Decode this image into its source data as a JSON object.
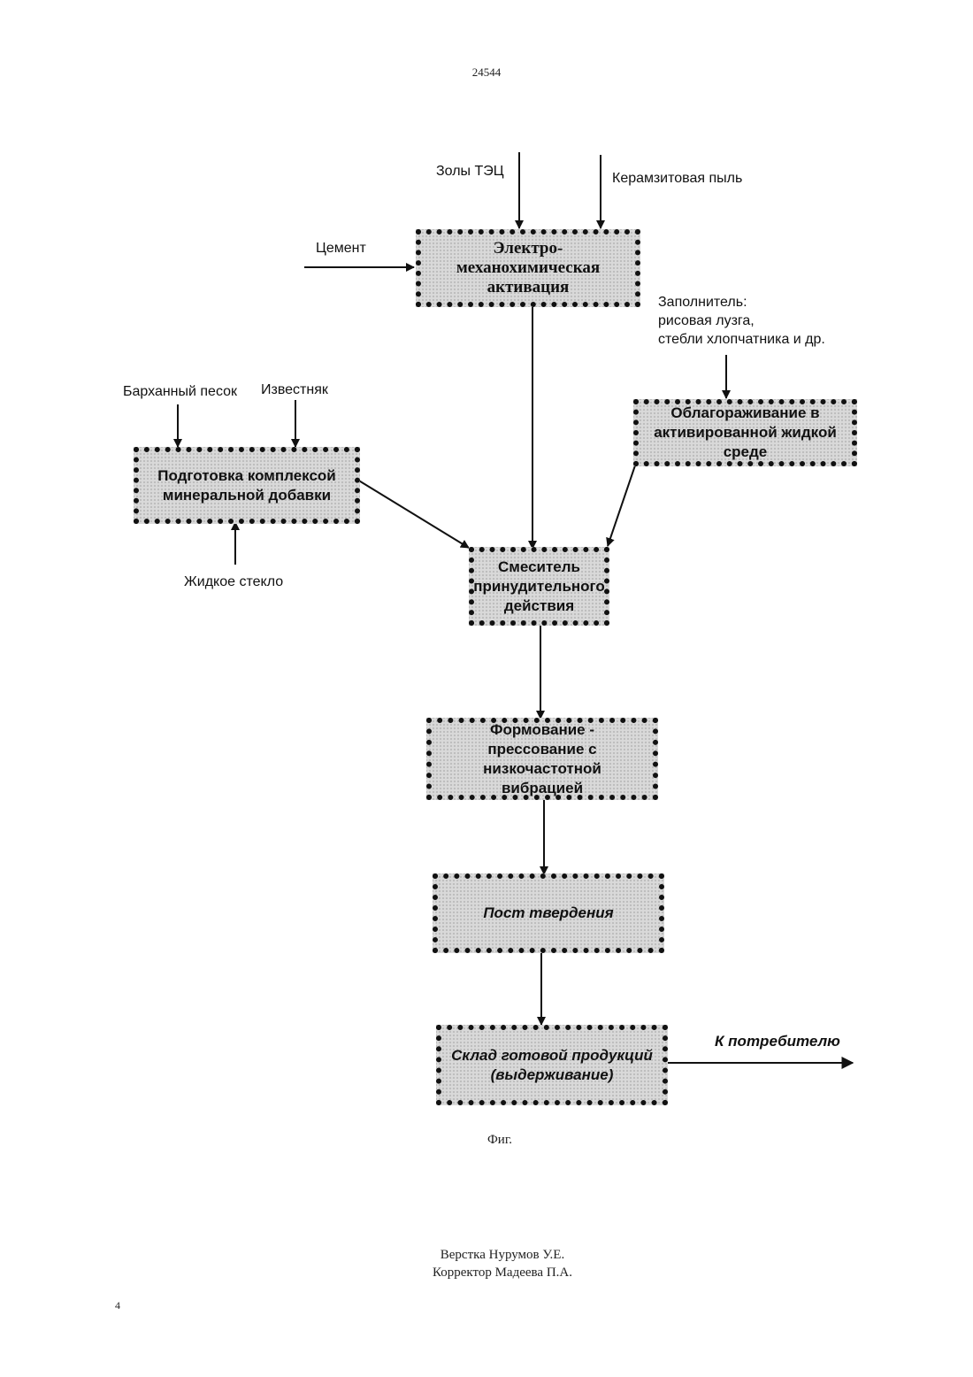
{
  "header": {
    "page_number": "24544"
  },
  "diagram": {
    "inputs": {
      "zoly": "Золы ТЭЦ",
      "keramzit": "Керамзитовая пыль",
      "cement": "Цемент",
      "filler": "Заполнитель:\nрисовая лузга,\nстебли хлопчатника и др.",
      "sand": "Барханный песок",
      "limestone": "Известняк",
      "glass": "Жидкое стекло",
      "consumer": "К потребителю"
    },
    "boxes": {
      "activation": "Электро-механохимическая\nактивация",
      "enrichment": "Облагораживание в\nактивированной жидкой среде",
      "preparation": "Подготовка комплексой\nминеральной добавки",
      "mixer": "Смеситель\nпринудительного\nдействия",
      "forming": "Формование -\nпрессование с низкочастотной\nвибрацией",
      "curing": "Пост твердения",
      "warehouse": "Склад готовой продукций\n(выдерживание)"
    }
  },
  "caption": "Фиг.",
  "credits": {
    "layout": "Верстка Нурумов У.Е.",
    "corrector": "Корректор Мадеева П.А."
  },
  "footer": {
    "page": "4"
  }
}
